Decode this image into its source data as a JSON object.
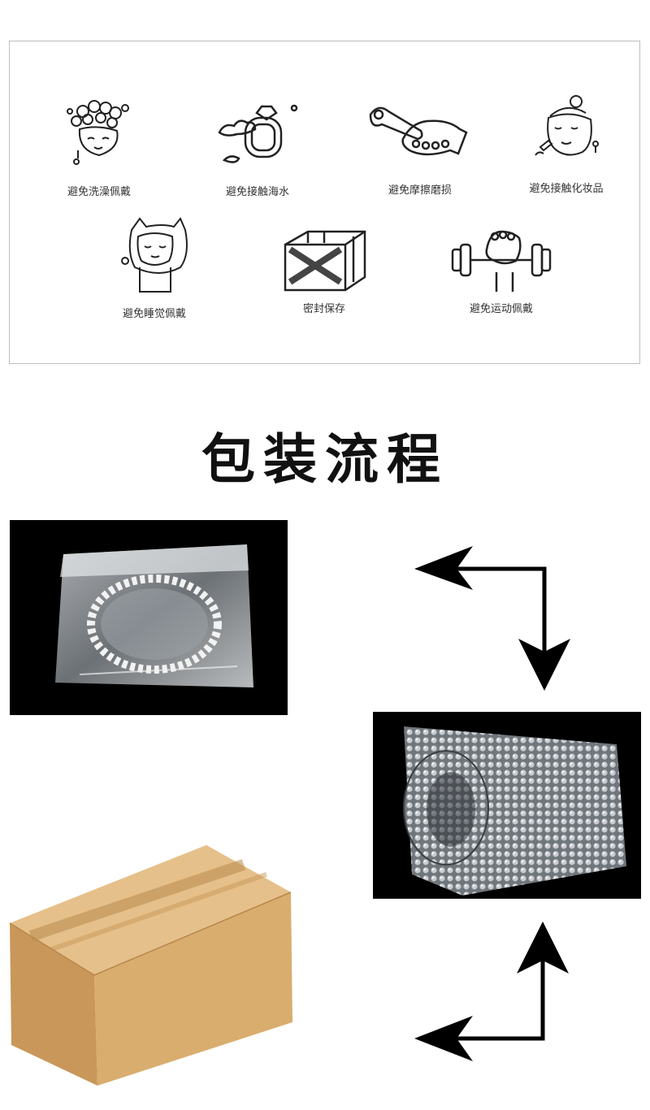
{
  "care_tips": [
    {
      "label": "避免洗澡佩戴",
      "icon": "shower-bubbles-icon"
    },
    {
      "label": "避免接触海水",
      "icon": "ring-water-icon"
    },
    {
      "label": "避免摩擦磨损",
      "icon": "wrench-hand-icon"
    },
    {
      "label": "避免接触化妆品",
      "icon": "makeup-face-icon"
    },
    {
      "label": "避免睡觉佩戴",
      "icon": "sleeping-girl-icon"
    },
    {
      "label": "密封保存",
      "icon": "sealed-box-icon"
    },
    {
      "label": "避免运动佩戴",
      "icon": "dumbbell-icon"
    }
  ],
  "packaging": {
    "title": "包装流程",
    "steps": [
      {
        "icon": "plastic-bag-bracelet-photo"
      },
      {
        "icon": "bubble-wrap-photo"
      },
      {
        "icon": "cardboard-box-photo"
      }
    ]
  },
  "colors": {
    "arrow": "#000000",
    "photo_background": "#000000",
    "box": "#d9ad6e",
    "panel_border": "#bdbdbd"
  }
}
